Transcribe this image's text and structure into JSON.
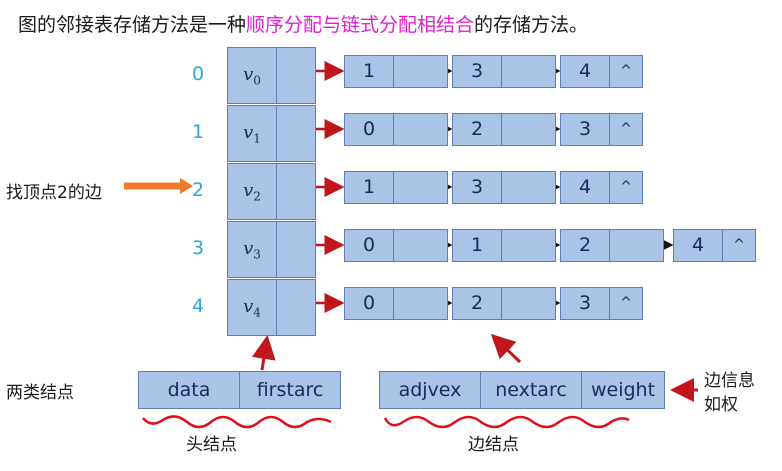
{
  "title": {
    "prefix": "图的邻接表存储方法是一种",
    "highlight": "顺序分配与链式分配相结合",
    "suffix": "的存储方法。"
  },
  "head_nodes": [
    {
      "index": "0",
      "vertex": "v",
      "sub": "0",
      "edges": [
        "1",
        "3",
        "4"
      ]
    },
    {
      "index": "1",
      "vertex": "v",
      "sub": "1",
      "edges": [
        "0",
        "2",
        "3"
      ]
    },
    {
      "index": "2",
      "vertex": "v",
      "sub": "2",
      "edges": [
        "1",
        "3",
        "4"
      ]
    },
    {
      "index": "3",
      "vertex": "v",
      "sub": "3",
      "edges": [
        "0",
        "1",
        "2",
        "4"
      ]
    },
    {
      "index": "4",
      "vertex": "v",
      "sub": "4",
      "edges": [
        "0",
        "2",
        "3"
      ]
    }
  ],
  "null_symbol": "^",
  "find_label": "找顶点2的边",
  "node_types_label": "两类结点",
  "head_struct": {
    "fields": [
      "data",
      "firstarc"
    ],
    "caption": "头结点"
  },
  "edge_struct": {
    "fields": [
      "adjvex",
      "nextarc",
      "weight"
    ],
    "caption": "边结点"
  },
  "edge_info_label": {
    "line1": "边信息",
    "line2": "如权"
  },
  "colors": {
    "node_fill": "#a9c4e6",
    "node_border": "#5b7fb0",
    "highlight": "#e020d0",
    "index": "#2aa8d8",
    "red_arrow": "#c0161c",
    "orange_arrow": "#f07a2a"
  }
}
